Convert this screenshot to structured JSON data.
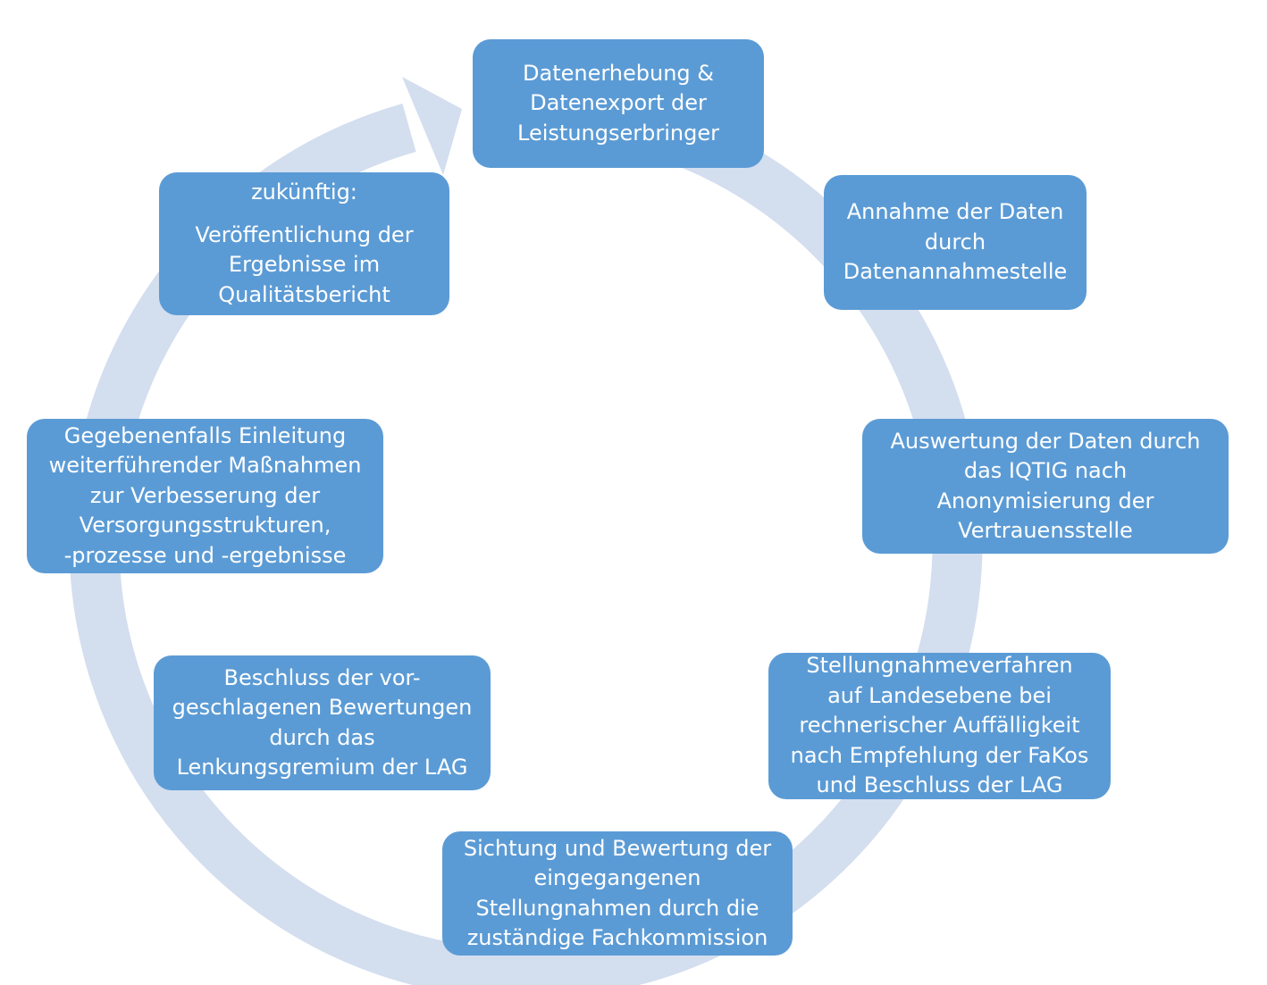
{
  "diagram": {
    "colors": {
      "box_fill": "#5b9bd5",
      "box_text": "#ffffff",
      "ring": "#d3deef",
      "background": "#ffffff"
    },
    "steps": [
      {
        "id": "step-1",
        "lines": [
          "Datenerhebung &",
          "Datenexport der",
          "Leistungserbringer"
        ]
      },
      {
        "id": "step-2",
        "lines": [
          "Annahme der Daten",
          "durch",
          "Datenannahmestelle"
        ]
      },
      {
        "id": "step-3",
        "lines": [
          "Auswertung der Daten durch",
          "das IQTIG nach",
          "Anonymisierung der",
          "Vertrauensstelle"
        ]
      },
      {
        "id": "step-4",
        "lines": [
          "Stellungnahmeverfahren",
          "auf Landesebene bei",
          "rechnerischer Auffälligkeit",
          "nach Empfehlung der FaKos",
          "und Beschluss der LAG"
        ]
      },
      {
        "id": "step-5",
        "lines": [
          "Sichtung und Bewertung der",
          "eingegangenen",
          "Stellungnahmen durch die",
          "zuständige Fachkommission"
        ]
      },
      {
        "id": "step-6",
        "lines": [
          "Beschluss der vor-",
          "geschlagenen Bewertungen",
          "durch das",
          "Lenkungsgremium der LAG"
        ]
      },
      {
        "id": "step-7",
        "lines": [
          "Gegebenenfalls Einleitung",
          "weiterführender Maßnahmen",
          "zur Verbesserung der",
          "Versorgungsstrukturen,",
          "-prozesse und -ergebnisse"
        ]
      },
      {
        "id": "step-8",
        "lines": [
          "zukünftig:",
          "Veröffentlichung der",
          "Ergebnisse im",
          "Qualitätsbericht"
        ]
      }
    ]
  }
}
